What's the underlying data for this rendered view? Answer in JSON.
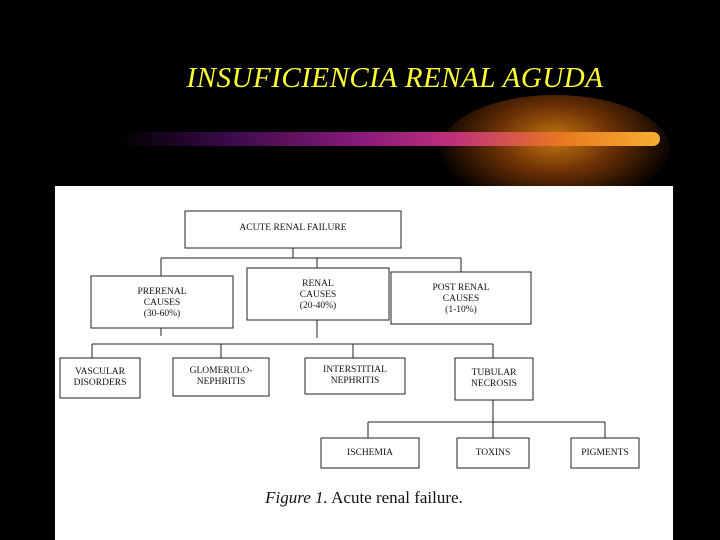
{
  "slide": {
    "title": "INSUFICIENCIA RENAL AGUDA",
    "colors": {
      "background": "#000000",
      "title": "#ffff33",
      "panel": "#ffffff"
    }
  },
  "diagram": {
    "root": "ACUTE RENAL FAILURE",
    "prerenal": "PRERENAL\nCAUSES\n(30-60%)",
    "renal": "RENAL\nCAUSES\n(20-40%)",
    "postrenal": "POST RENAL\nCAUSES\n(1-10%)",
    "vascular": "VASCULAR\nDISORDERS",
    "glomerulonephritis": "GLOMERULO-\nNEPHRITIS",
    "interstitial": "INTERSTITIAL\nNEPHRITIS",
    "tubular": "TUBULAR\nNECROSIS",
    "ischemia": "ISCHEMIA",
    "toxins": "TOXINS",
    "pigments": "PIGMENTS",
    "caption_prefix": "Figure 1.",
    "caption_text": "Acute renal failure."
  }
}
